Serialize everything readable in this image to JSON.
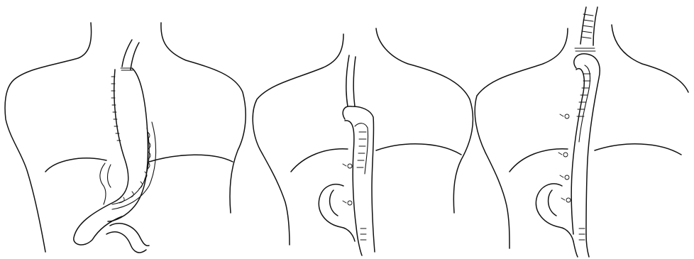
{
  "figure": {
    "panels": [
      {
        "id": "panel-1",
        "depicts": "stomach-pull-up-esophageal-reconstruction"
      },
      {
        "id": "panel-2",
        "depicts": "jejunal-interposition-with-vascular-pedicle-lower"
      },
      {
        "id": "panel-3",
        "depicts": "jejunal-interposition-with-vascular-pedicle-cervical"
      }
    ],
    "colors": {
      "line": "#111111",
      "background": "#ffffff"
    }
  }
}
